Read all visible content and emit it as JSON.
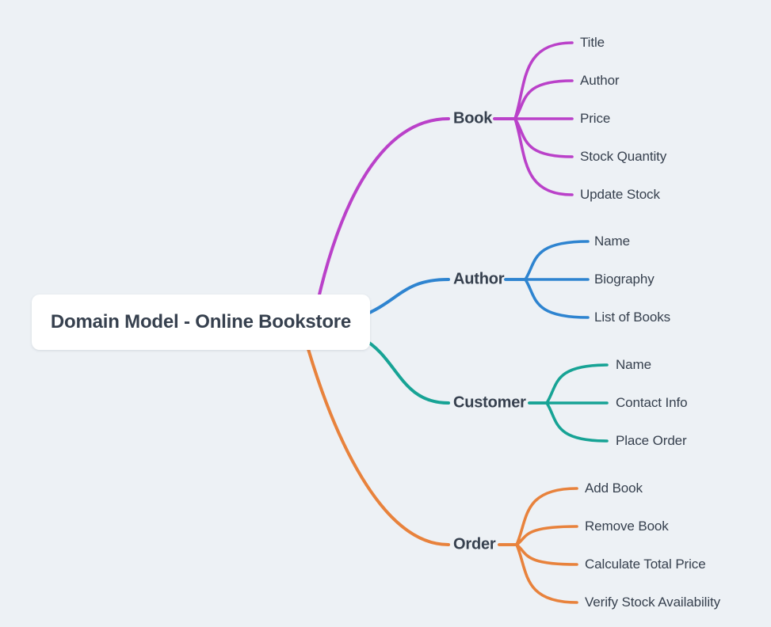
{
  "diagram": {
    "type": "mindmap",
    "background_color": "#edf1f5",
    "text_color": "#36404e",
    "root": {
      "label": "Domain Model - Online Bookstore"
    },
    "branches": [
      {
        "label": "Book",
        "color": "#ba41c9",
        "children": [
          "Title",
          "Author",
          "Price",
          "Stock Quantity",
          "Update Stock"
        ]
      },
      {
        "label": "Author",
        "color": "#2e84d0",
        "children": [
          "Name",
          "Biography",
          "List of Books"
        ]
      },
      {
        "label": "Customer",
        "color": "#17a395",
        "children": [
          "Name",
          "Contact Info",
          "Place Order"
        ]
      },
      {
        "label": "Order",
        "color": "#e8823c",
        "children": [
          "Add Book",
          "Remove Book",
          "Calculate Total Price",
          "Verify Stock Availability"
        ]
      }
    ]
  }
}
